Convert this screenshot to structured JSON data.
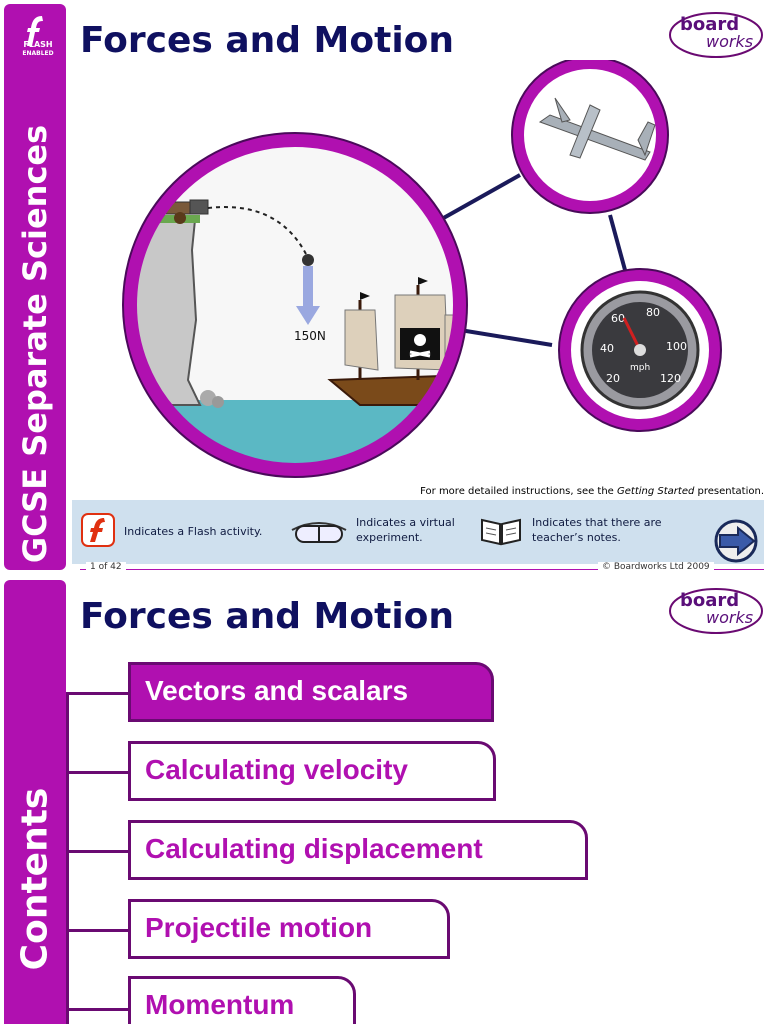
{
  "slide1": {
    "sidebar_text": "GCSE Separate Sciences",
    "flash_badge": {
      "top": "",
      "mid": "FLASH",
      "bottom": "ENABLED"
    },
    "title": "Forces and Motion",
    "logo": {
      "line1": "board",
      "line2": "works"
    },
    "illustration": {
      "force_label": "150N",
      "gauge_unit": "mph"
    },
    "instructions": {
      "prefix": "For more detailed instructions, see the ",
      "italic": "Getting Started",
      "suffix": " presentation."
    },
    "legend": [
      {
        "icon": "flash-icon",
        "text_line1": "Indicates a Flash activity.",
        "text_line2": ""
      },
      {
        "icon": "goggles-icon",
        "text_line1": "Indicates a virtual",
        "text_line2": "experiment."
      },
      {
        "icon": "book-icon",
        "text_line1": "Indicates that there are",
        "text_line2": "teacher’s notes."
      }
    ],
    "footer": {
      "page": "1 of 42",
      "copyright": "© Boardworks Ltd 2009"
    }
  },
  "slide2": {
    "sidebar_text": "Contents",
    "title": "Forces and Motion",
    "logo": {
      "line1": "board",
      "line2": "works"
    },
    "menu": [
      {
        "label": "Vectors and scalars",
        "active": true
      },
      {
        "label": "Calculating velocity",
        "active": false
      },
      {
        "label": "Calculating displacement",
        "active": false
      },
      {
        "label": "Projectile motion",
        "active": false
      },
      {
        "label": "Momentum",
        "active": false
      }
    ]
  },
  "colors": {
    "accent": "#b010b0",
    "title": "#0f1060",
    "panel": "#cfe0ee"
  }
}
